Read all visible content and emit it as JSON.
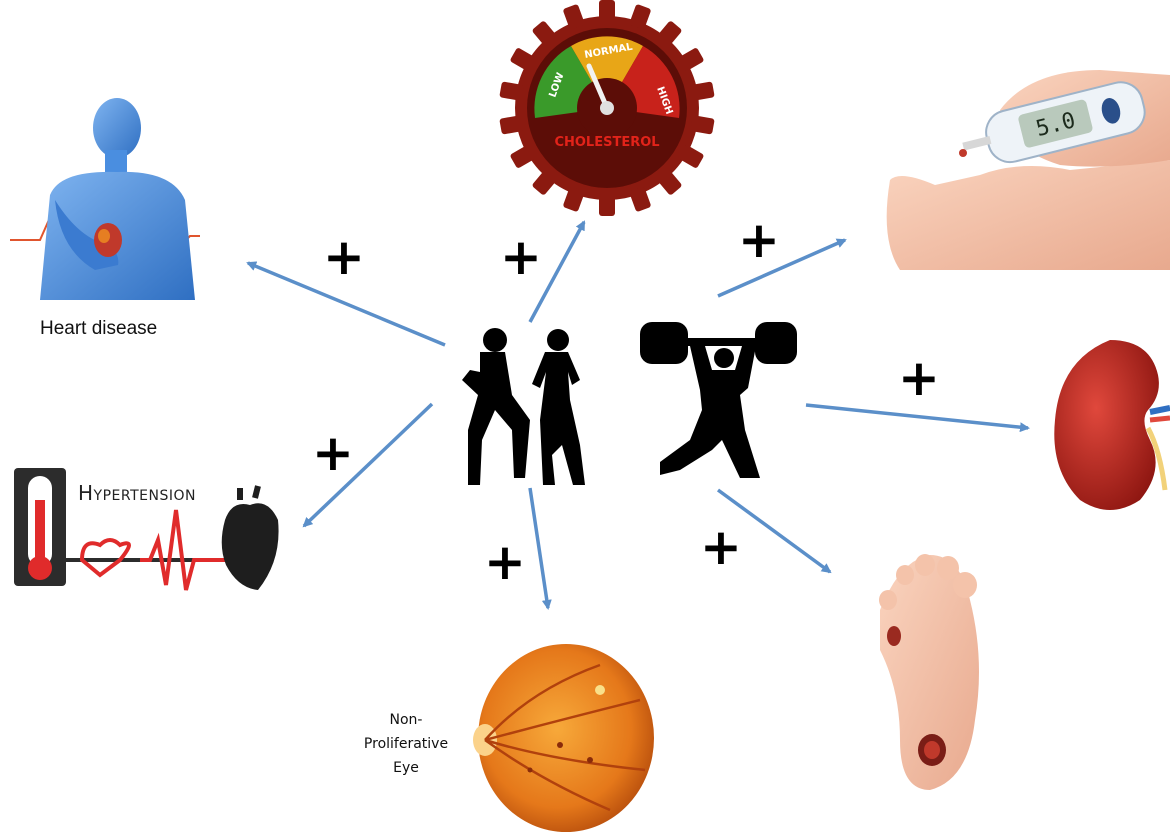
{
  "center": {
    "runners_icon": "running-couple-silhouette",
    "lifter_icon": "weightlifter-silhouette"
  },
  "labels": {
    "heart_disease": "Heart disease",
    "hypertension": "Hypertension",
    "eye_line1": "Non-",
    "eye_line2": "Proliferative",
    "eye_line3": "Eye"
  },
  "gauge": {
    "low": "LOW",
    "normal": "NORMAL",
    "high": "HIGH",
    "title": "CHOLESTEROL"
  },
  "glucometer": {
    "reading": "5.0"
  },
  "plus_sign": "+",
  "colors": {
    "arrow": "#5b8fc9",
    "gauge_gear": "#8b1a10",
    "gauge_low": "#3a9a2a",
    "gauge_normal": "#e8a617",
    "gauge_high": "#c8221b",
    "body_blue": "#4a8ee0",
    "kidney": "#b0221c",
    "retina": "#e67e14"
  }
}
